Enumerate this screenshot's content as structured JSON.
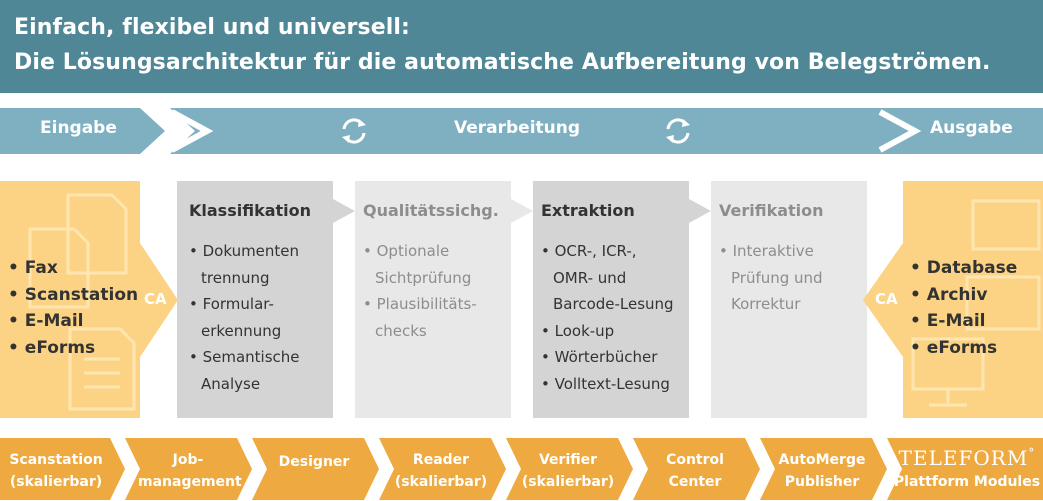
{
  "header": {
    "line1": "Einfach, flexibel und universell:",
    "line2": "Die Lösungsarchitektur für die automatische Aufbereitung von Belegströmen."
  },
  "flow": {
    "input": "Eingabe",
    "processing": "Verarbeitung",
    "output": "Ausgabe"
  },
  "input_panel": {
    "items": [
      "Fax",
      "Scanstation",
      "E-Mail",
      "eForms"
    ],
    "connector": "CA"
  },
  "output_panel": {
    "items": [
      "Database",
      "Archiv",
      "E-Mail",
      "eForms"
    ],
    "connector": "CA"
  },
  "stages": [
    {
      "title": "Klassifikation",
      "lines": [
        "• Dokumenten",
        "  trennung",
        "• Formular-",
        "  erkennung",
        "• Semantische",
        "  Analyse"
      ]
    },
    {
      "title": "Qualitätssichg.",
      "lines": [
        "• Optionale",
        "  Sichtprüfung",
        "• Plausibilitäts-",
        "  checks"
      ]
    },
    {
      "title": "Extraktion",
      "lines": [
        "• OCR-, ICR-,",
        "  OMR- und",
        "  Barcode-Lesung",
        "• Look-up",
        "• Wörterbücher",
        "• Volltext-Lesung"
      ]
    },
    {
      "title": "Verifikation",
      "lines": [
        "• Interaktive",
        "  Prüfung und",
        "  Korrektur"
      ]
    }
  ],
  "modules": [
    {
      "line1": "Scanstation",
      "line2": "(skalierbar)"
    },
    {
      "line1": "Job-",
      "line2": "management"
    },
    {
      "line1": "Designer",
      "line2": ""
    },
    {
      "line1": "Reader",
      "line2": "(skalierbar)"
    },
    {
      "line1": "Verifier",
      "line2": "(skalierbar)"
    },
    {
      "line1": "Control",
      "line2": "Center"
    },
    {
      "line1": "AutoMerge",
      "line2": "Publisher"
    }
  ],
  "platform": {
    "brand": "TELEFORM",
    "mark": "°",
    "subtitle": "Plattform Modules"
  },
  "colors": {
    "header": "#4f8796",
    "flow_band": "#7fb0c1",
    "panel": "#fcd384",
    "module": "#eeaa40",
    "stage_dark": "#d4d4d4",
    "stage_light": "#e8e8e8"
  }
}
